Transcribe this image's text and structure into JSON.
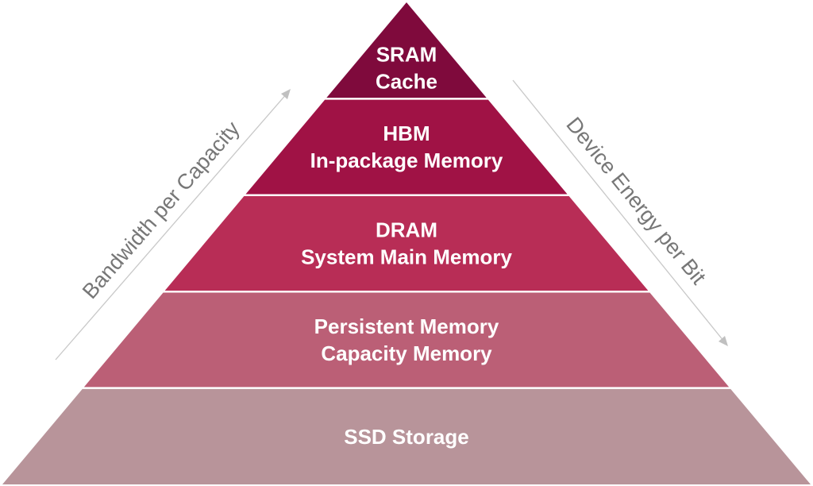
{
  "diagram": {
    "type": "pyramid",
    "tiers": [
      {
        "id": "sram",
        "lines": [
          "SRAM",
          "Cache"
        ],
        "color": "#7f0a3c"
      },
      {
        "id": "hbm",
        "lines": [
          "HBM",
          "In-package Memory"
        ],
        "color": "#a01245"
      },
      {
        "id": "dram",
        "lines": [
          "DRAM",
          "System Main Memory"
        ],
        "color": "#b82d56"
      },
      {
        "id": "persistent",
        "lines": [
          "Persistent Memory",
          "Capacity Memory"
        ],
        "color": "#bb5f76"
      },
      {
        "id": "ssd",
        "lines": [
          "SSD Storage"
        ],
        "color": "#b8949a"
      }
    ],
    "left_axis": {
      "label": "Bandwidth per Capacity",
      "direction": "up",
      "color": "#777777"
    },
    "right_axis": {
      "label": "Device Energy per Bit",
      "direction": "down",
      "color": "#777777"
    }
  }
}
